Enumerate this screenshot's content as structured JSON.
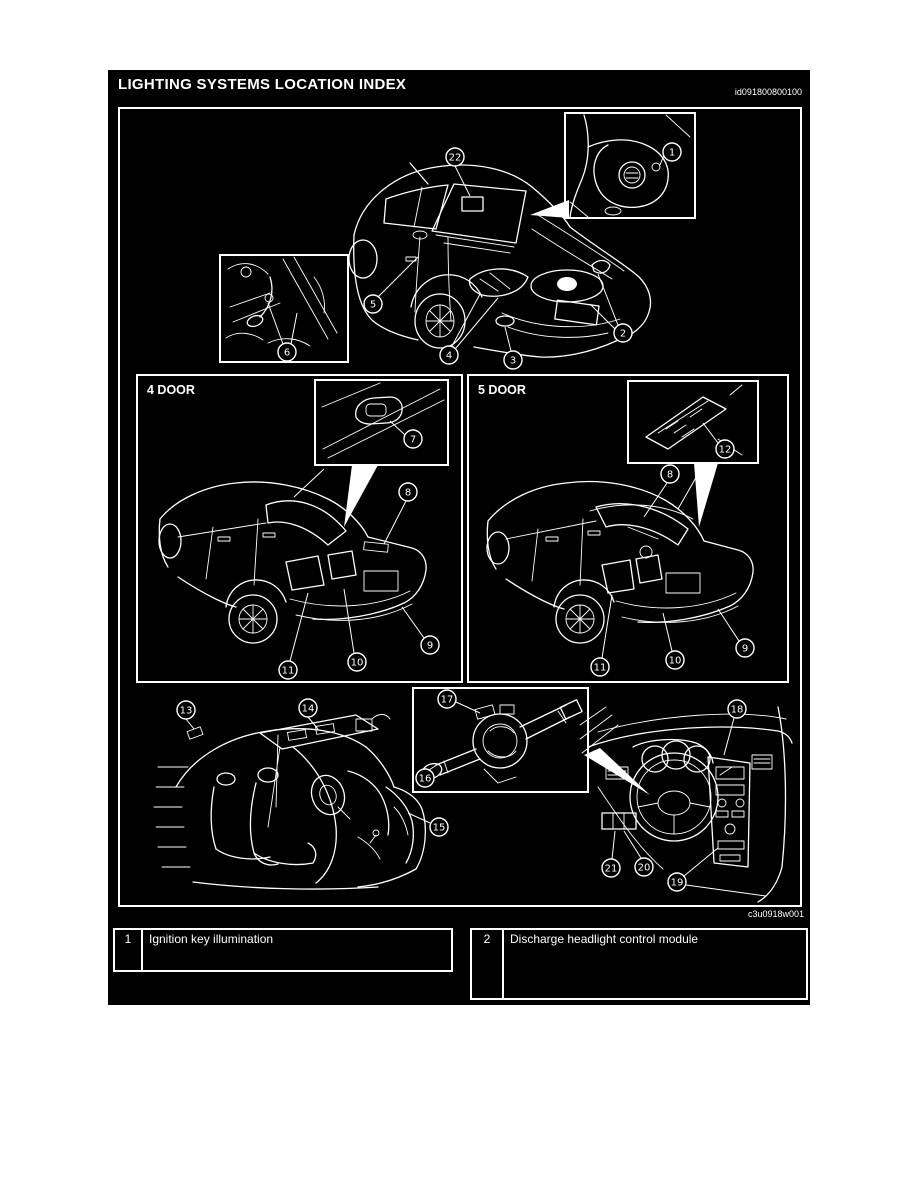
{
  "page": {
    "title": "LIGHTING SYSTEMS LOCATION INDEX",
    "doc_id": "id091800800100",
    "figure_code": "c3u0918w001"
  },
  "figure": {
    "four_door_label": "4 DOOR",
    "five_door_label": "5 DOOR"
  },
  "callouts": {
    "c1": "1",
    "c2": "2",
    "c3": "3",
    "c4": "4",
    "c5": "5",
    "c6": "6",
    "c7": "7",
    "c8": "8",
    "c9": "9",
    "c10": "10",
    "c11": "11",
    "c12": "12",
    "c13": "13",
    "c14": "14",
    "c15": "15",
    "c16": "16",
    "c17": "17",
    "c18": "18",
    "c19": "19",
    "c20": "20",
    "c21": "21",
    "c22": "22"
  },
  "legend": {
    "rows": [
      {
        "number": "1",
        "description": "Ignition key illumination"
      },
      {
        "number": "2",
        "description": "Discharge headlight control module"
      }
    ]
  },
  "colors": {
    "background": "#ffffff",
    "panel": "#000000",
    "line": "#ffffff"
  }
}
